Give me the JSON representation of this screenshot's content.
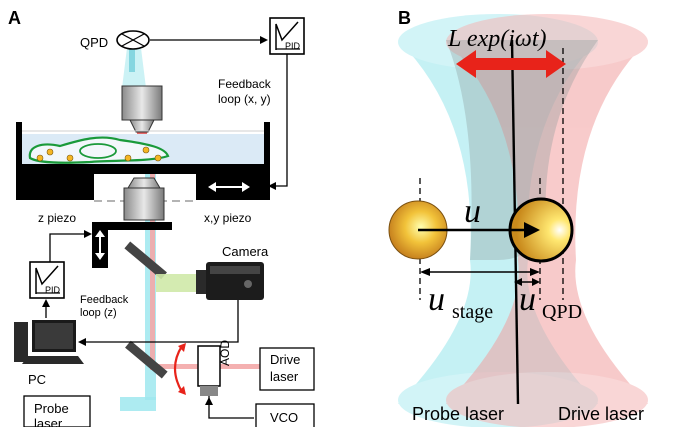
{
  "panel_a": {
    "letter": "A",
    "qpd": "QPD",
    "pid": "PID",
    "feedback_xy_1": "Feedback",
    "feedback_xy_2": "loop (x, y)",
    "xy_piezo": "x,y piezo",
    "z_piezo": "z piezo",
    "camera": "Camera",
    "feedback_z_1": "Feedback",
    "feedback_z_2": "loop (z)",
    "pc": "PC",
    "aod": "AOD",
    "drive_laser_1": "Drive",
    "drive_laser_2": "laser",
    "probe_laser_1": "Probe",
    "probe_laser_2": "laser",
    "vco": "VCO"
  },
  "panel_b": {
    "letter": "B",
    "formula": "L exp(iωt)",
    "u": "u",
    "u_stage": "u",
    "u_stage_sub": "stage",
    "u_qpd": "u",
    "u_qpd_sub": "QPD",
    "probe_laser": "Probe laser",
    "drive_laser": "Drive laser"
  },
  "colors": {
    "probe_beam": "#9fe8ee",
    "drive_beam": "#f2a0a0",
    "arrow_red": "#e8231a",
    "green_cell": "#1a9a3a",
    "camera_light": "#cfe9a8"
  }
}
